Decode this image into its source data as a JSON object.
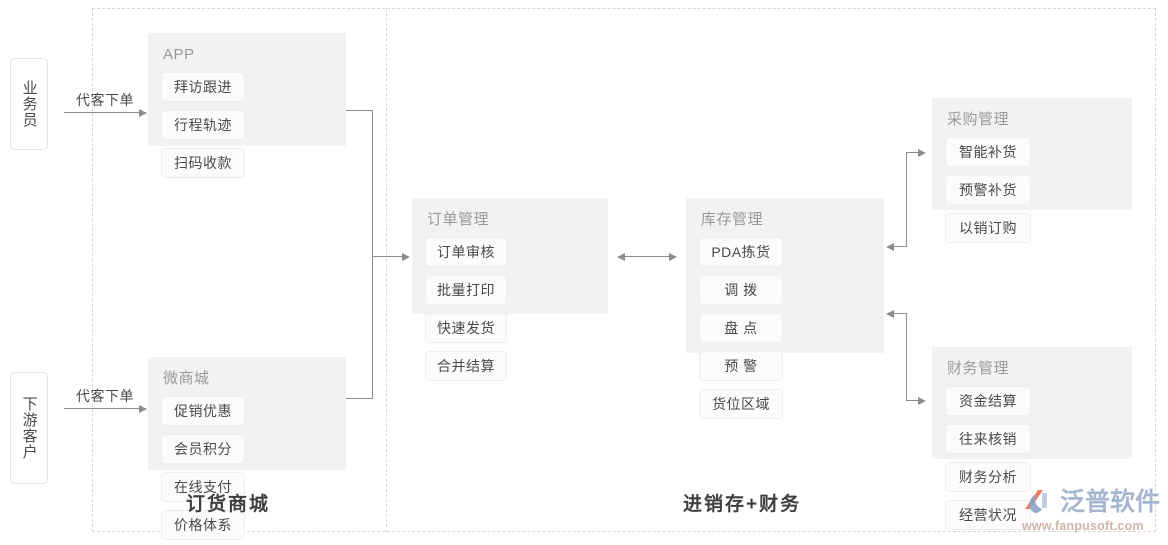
{
  "diagram": {
    "actors": [
      {
        "id": "sales",
        "label": "业务员",
        "arrow_label": "代客下单"
      },
      {
        "id": "customer",
        "label": "下游客户",
        "arrow_label": "代客下单"
      }
    ],
    "panels": [
      {
        "id": "app",
        "title": "APP",
        "chips": [
          "拜访跟进",
          "行程轨迹",
          "扫码收款"
        ]
      },
      {
        "id": "mall",
        "title": "微商城",
        "chips": [
          "促销优惠",
          "会员积分",
          "在线支付",
          "价格体系"
        ]
      },
      {
        "id": "order",
        "title": "订单管理",
        "chips": [
          "订单审核",
          "批量打印",
          "快速发货",
          "合并结算"
        ]
      },
      {
        "id": "stock",
        "title": "库存管理",
        "chips": [
          "PDA拣货",
          "调 拨",
          "盘 点",
          "预 警",
          "货位区域"
        ]
      },
      {
        "id": "purchase",
        "title": "采购管理",
        "chips": [
          "智能补货",
          "预警补货",
          "以销订购"
        ]
      },
      {
        "id": "finance",
        "title": "财务管理",
        "chips": [
          "资金结算",
          "往来核销",
          "财务分析",
          "经营状况"
        ]
      }
    ],
    "zones": [
      {
        "id": "mall-zone",
        "caption": "订货商城"
      },
      {
        "id": "erp-zone",
        "caption": "进销存+财务"
      }
    ],
    "watermark": {
      "brand": "泛普软件",
      "url": "www.fanpusoft.com",
      "mark_colors": [
        "#e8674a",
        "#8ba3c9"
      ]
    }
  },
  "colors": {
    "panel_bg": "#f2f2f2",
    "chip_bg": "#fbfbfb",
    "chip_border": "#eeeeee",
    "connector": "#8c8c8c",
    "dashed_border": "#d8d8d8",
    "text": "#4a4a4a",
    "panel_title": "#9a9a9a"
  }
}
